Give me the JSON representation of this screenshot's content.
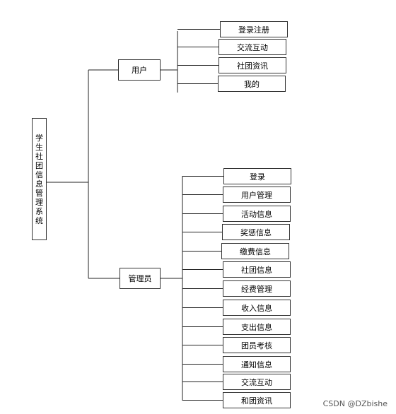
{
  "root": {
    "label": "学生社团信息管理系统"
  },
  "branches": [
    {
      "label": "用户",
      "children": [
        "登录注册",
        "交流互动",
        "社团资讯",
        "我的"
      ]
    },
    {
      "label": "管理员",
      "children": [
        "登录",
        "用户管理",
        "活动信息",
        "奖惩信息",
        "缴费信息",
        "社团信息",
        "经费管理",
        "收入信息",
        "支出信息",
        "团员考核",
        "通知信息",
        "交流互动",
        "和团资讯"
      ]
    }
  ],
  "watermark": "CSDN @DZbishe"
}
